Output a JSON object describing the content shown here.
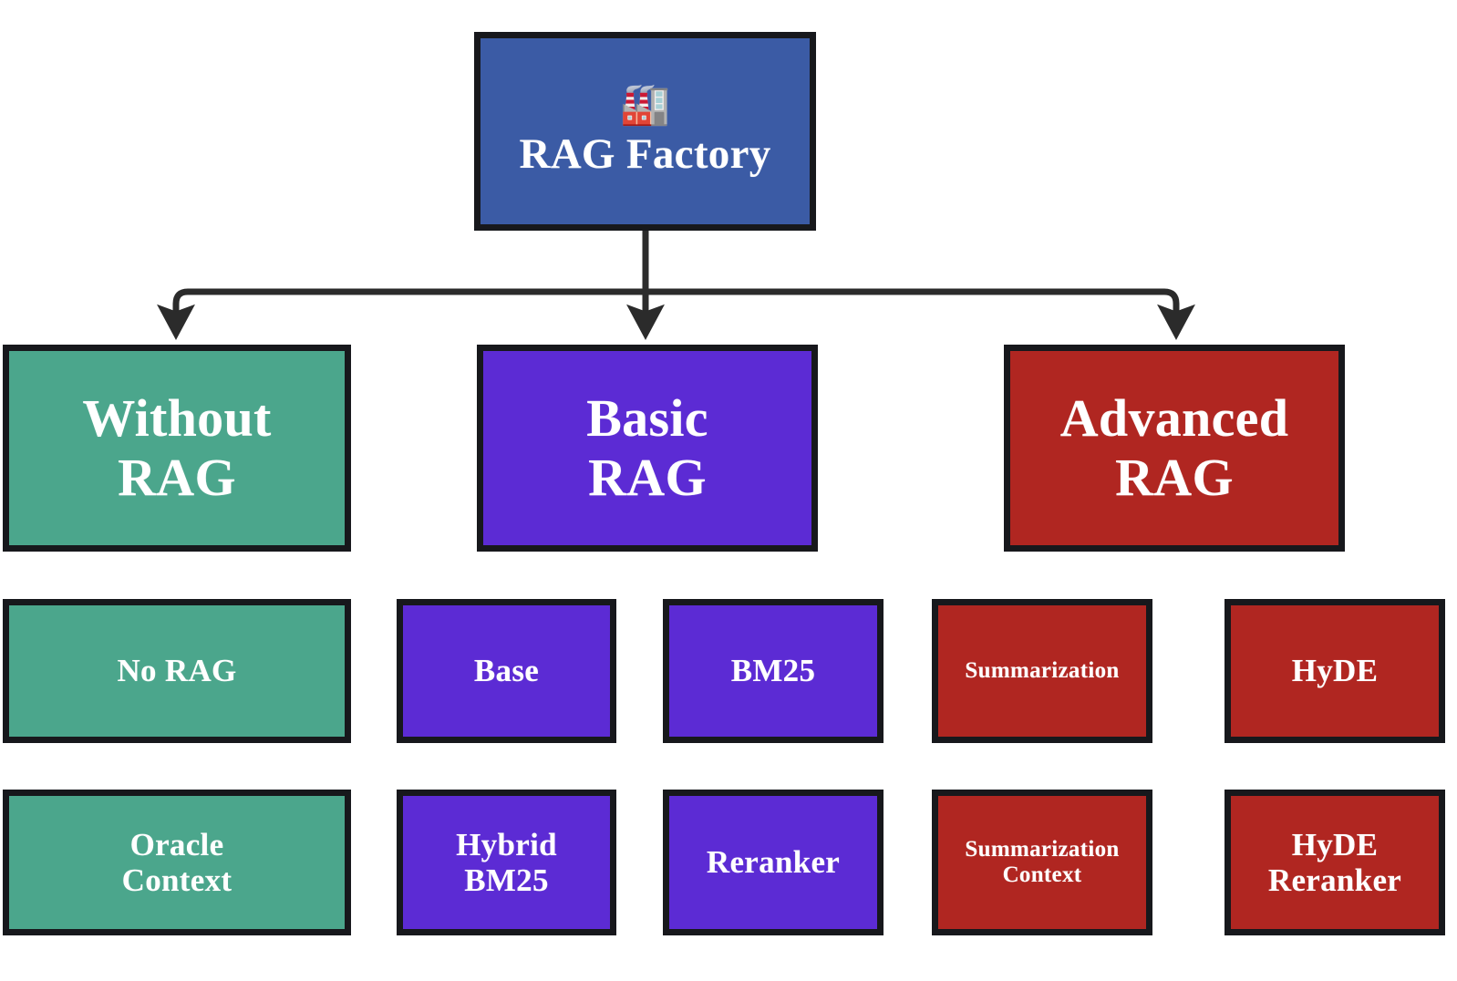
{
  "diagram": {
    "title": "RAG Factory",
    "palette": {
      "root": "#3b5ba5",
      "without_rag": "#4ba68c",
      "basic_rag": "#5c2bd4",
      "advanced_rag": "#b02621",
      "border": "#17181c",
      "text": "#ffffff",
      "background": "#ffffff",
      "edge": "#2b2b2b"
    },
    "root": {
      "icon": "factory-emoji",
      "icon_glyph": "🏭",
      "label": "RAG Factory"
    },
    "tiers": [
      {
        "id": "without-rag",
        "line1": "Without",
        "line2": "RAG",
        "color_key": "without_rag"
      },
      {
        "id": "basic-rag",
        "line1": "Basic",
        "line2": "RAG",
        "color_key": "basic_rag"
      },
      {
        "id": "advanced-rag",
        "line1": "Advanced",
        "line2": "RAG",
        "color_key": "advanced_rag"
      }
    ],
    "leaves": {
      "row1": [
        {
          "id": "no-rag",
          "line1": "No RAG",
          "line2": "",
          "color_key": "without_rag"
        },
        {
          "id": "base",
          "line1": "Base",
          "line2": "",
          "color_key": "basic_rag"
        },
        {
          "id": "bm25",
          "line1": "BM25",
          "line2": "",
          "color_key": "basic_rag"
        },
        {
          "id": "summarization",
          "line1": "Summarization",
          "line2": "",
          "color_key": "advanced_rag"
        },
        {
          "id": "hyde",
          "line1": "HyDE",
          "line2": "",
          "color_key": "advanced_rag"
        }
      ],
      "row2": [
        {
          "id": "oracle-context",
          "line1": "Oracle",
          "line2": "Context",
          "color_key": "without_rag"
        },
        {
          "id": "hybrid-bm25",
          "line1": "Hybrid",
          "line2": "BM25",
          "color_key": "basic_rag"
        },
        {
          "id": "reranker",
          "line1": "Reranker",
          "line2": "",
          "color_key": "basic_rag"
        },
        {
          "id": "summarization-context",
          "line1": "Summarization",
          "line2": "Context",
          "color_key": "advanced_rag"
        },
        {
          "id": "hyde-reranker",
          "line1": "HyDE",
          "line2": "Reranker",
          "color_key": "advanced_rag"
        }
      ]
    }
  }
}
